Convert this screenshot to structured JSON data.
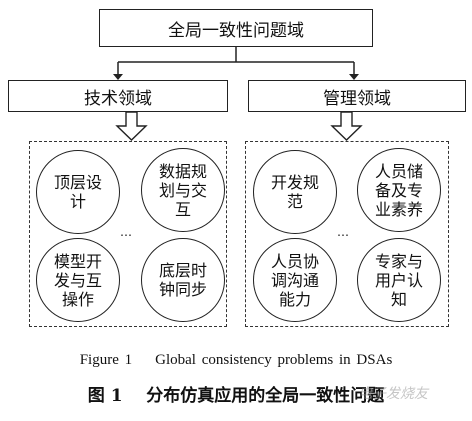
{
  "diagram": {
    "root": "全局一致性问题域",
    "left": {
      "title": "技术领域",
      "items": [
        "顶层设计",
        "数据规划与交互",
        "模型开发与互操作",
        "底层时钟同步"
      ],
      "ellipsis": "…"
    },
    "right": {
      "title": "管理领域",
      "items": [
        "开发规范",
        "人员储备及专业素养",
        "人员协调沟通能力",
        "专家与用户认知"
      ],
      "ellipsis": "…"
    }
  },
  "caption": {
    "en": "Figure 1    Global consistency problems in DSAs",
    "zh": "图 1    分布仿真应用的全局一致性问题"
  },
  "watermark": "电子发烧友"
}
